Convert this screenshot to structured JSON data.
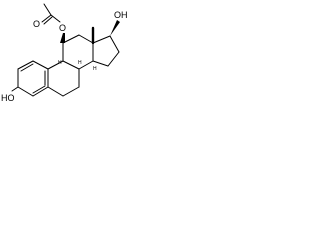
{
  "molecule": {
    "atoms": {
      "carbonyl_oxygen": "O",
      "ester_oxygen": "O",
      "hydroxyl_17": "OH",
      "hydroxyl_3": "HO"
    },
    "stereo_h": [
      "H",
      "H",
      "H"
    ],
    "methyl": "Me"
  }
}
